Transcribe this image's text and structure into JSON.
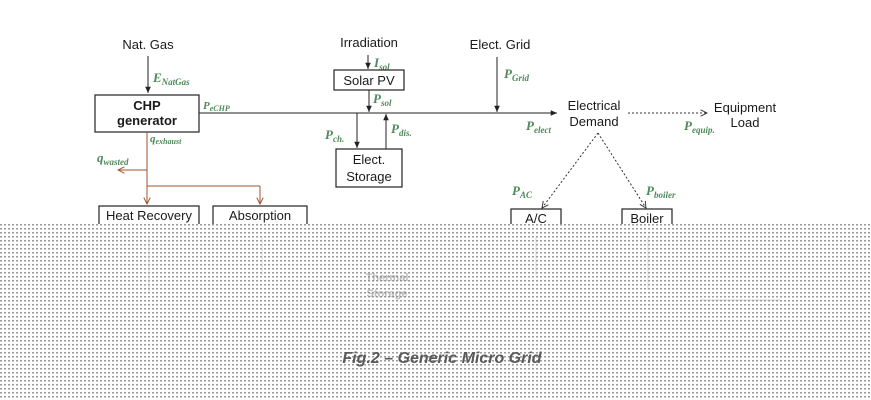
{
  "diagram": {
    "sources": {
      "nat_gas": "Nat. Gas",
      "irradiation": "Irradiation",
      "elect_grid": "Elect. Grid"
    },
    "boxes": {
      "chp_line1": "CHP",
      "chp_line2": "generator",
      "solar_pv": "Solar PV",
      "storage_line1": "Elect.",
      "storage_line2": "Storage",
      "heat_recovery": "Heat Recovery",
      "absorption": "Absorption",
      "ac": "A/C",
      "boiler": "Boiler"
    },
    "nodes": {
      "electrical_demand_line1": "Electrical",
      "electrical_demand_line2": "Demand",
      "equipment_load_line1": "Equipment",
      "equipment_load_line2": "Load"
    },
    "variables": {
      "e_natgas": {
        "main": "E",
        "sub": "NatGas"
      },
      "p_echp": {
        "main": "P",
        "sub": "eCHP"
      },
      "q_exhaust": {
        "main": "q",
        "sub": "exhaust"
      },
      "q_wasted": {
        "main": "q",
        "sub": "wasted"
      },
      "i_sol": {
        "main": "I",
        "sub": "sol"
      },
      "p_sol": {
        "main": "P",
        "sub": "sol"
      },
      "p_ch": {
        "main": "P",
        "sub": "ch."
      },
      "p_dis": {
        "main": "P",
        "sub": "dis."
      },
      "p_grid": {
        "main": "P",
        "sub": "Grid"
      },
      "p_elect": {
        "main": "P",
        "sub": "elect"
      },
      "p_equip": {
        "main": "P",
        "sub": "equip."
      },
      "p_ac": {
        "main": "P",
        "sub": "AC"
      },
      "p_boiler": {
        "main": "P",
        "sub": "boiler"
      }
    },
    "faded": {
      "thermal_storage_line1": "Thermal",
      "thermal_storage_line2": "Storage",
      "caption": "Fig.2 – Generic Micro Grid"
    }
  },
  "colors": {
    "variable": "#4f8a5b",
    "heat_line": "#a0522d",
    "line": "#222222",
    "pattern": "#9a9a9a"
  }
}
